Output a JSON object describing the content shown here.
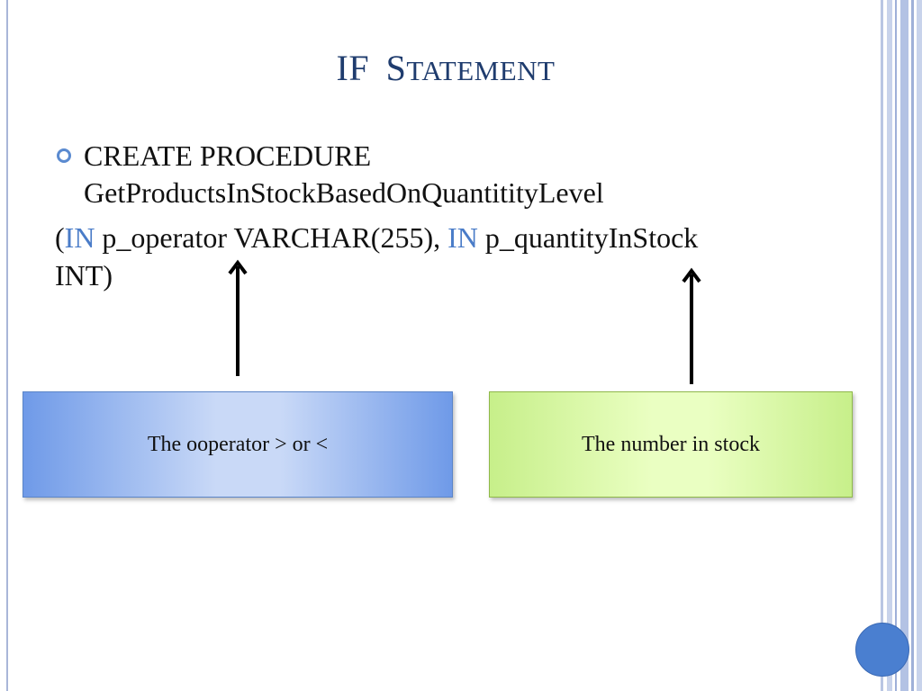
{
  "slide": {
    "title_first": "IF",
    "title_second_initial": "S",
    "title_second_rest": "TATEMENT",
    "line1": "CREATE PROCEDURE",
    "line2": "GetProductsInStockBasedOnQuantitityLevel",
    "line3_open": "(",
    "line3_kw1": "IN",
    "line3_mid": " p_operator VARCHAR(255), ",
    "line3_kw2": "IN",
    "line3_end": " p_quantityInStock",
    "line4": "INT)",
    "box_left_text": "The ooperator > or <",
    "box_right_text": "The number in stock"
  },
  "colors": {
    "title": "#1f3c6e",
    "keyword": "#4a7cc8",
    "bullet": "#5a8ad0",
    "left_box": "#6f9ae8",
    "right_box": "#c7ef8a",
    "corner_circle": "#4a7fd0"
  },
  "icons": {
    "bullet": "hollow-circle-bullet",
    "arrows": "up-arrow"
  }
}
